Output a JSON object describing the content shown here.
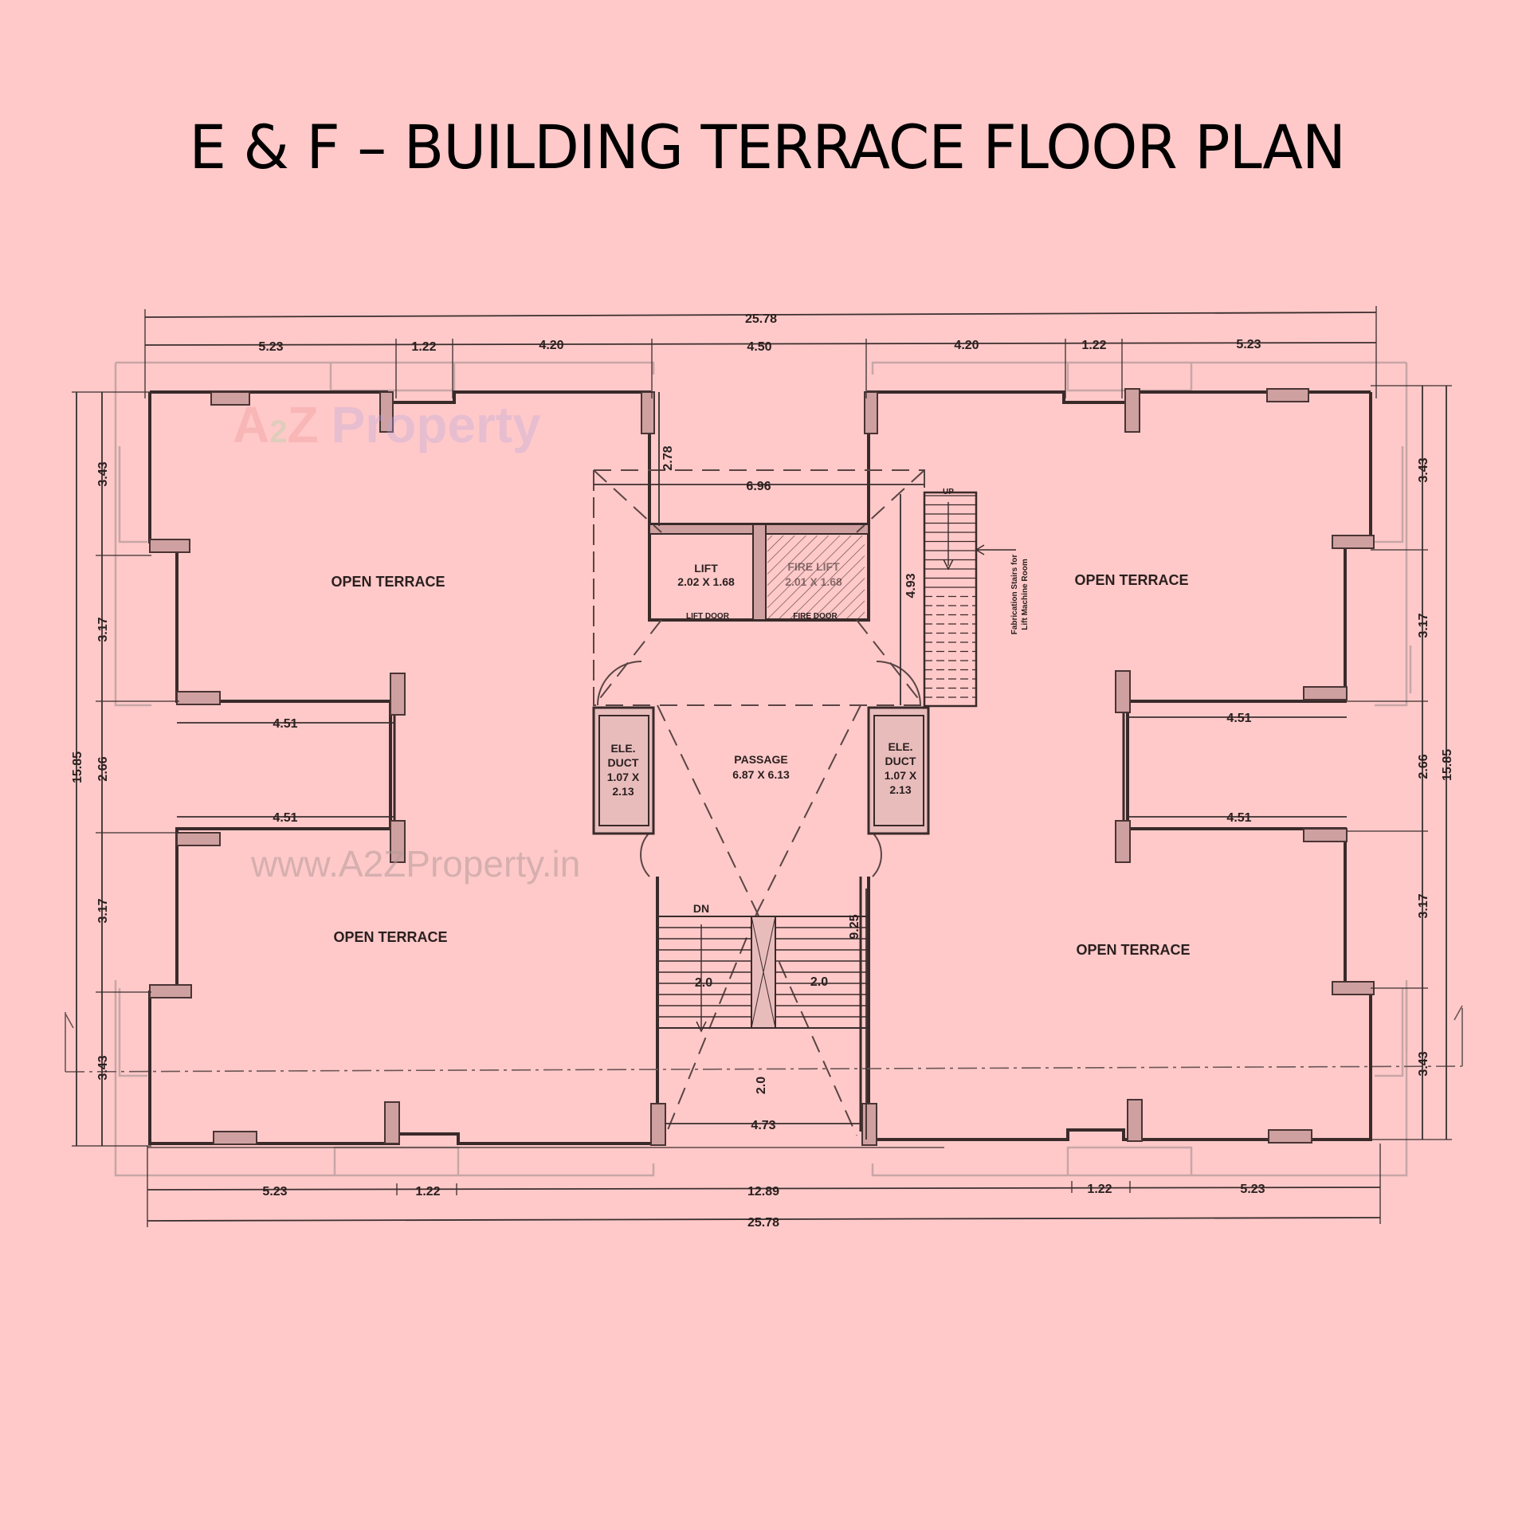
{
  "title": "E & F – BUILDING TERRACE FLOOR PLAN",
  "rooms": {
    "open_terrace_tl": "OPEN TERRACE",
    "open_terrace_bl": "OPEN TERRACE",
    "open_terrace_tr": "OPEN TERRACE",
    "open_terrace_br": "OPEN TERRACE"
  },
  "core": {
    "lift_label": "LIFT",
    "lift_size": "2.02 X 1.68",
    "fire_lift_label": "FIRE LIFT",
    "fire_lift_size": "2.01 X 1.68",
    "lift_door": "LIFT DOOR",
    "fire_door": "FIRE DOOR",
    "passage_label": "PASSAGE",
    "passage_size": "6.87 X 6.13",
    "duct_left": [
      "ELE.",
      "DUCT",
      "1.07 X",
      "2.13"
    ],
    "duct_right": [
      "ELE.",
      "DUCT",
      "1.07 X",
      "2.13"
    ],
    "stair_up": "UP",
    "stair_dn": "DN",
    "stair_note_1": "Fabrication Stairs for",
    "stair_note_2": "Lift Machine Room"
  },
  "watermark": {
    "logo_a": "A",
    "logo_2": "2",
    "logo_z": "Z",
    "logo_property": "Property",
    "url": "www.A2ZProperty.in"
  },
  "dimensions": {
    "top_overall": "25.78",
    "top_l1": "5.23",
    "top_l2": "1.22",
    "top_l3": "4.20",
    "top_mid": "4.50",
    "top_r1": "4.20",
    "top_r2": "1.22",
    "top_r3": "5.23",
    "bottom_overall": "25.78",
    "bottom_l1": "5.23",
    "bottom_l2": "1.22",
    "bottom_mid": "12.89",
    "bottom_r1": "1.22",
    "bottom_r2": "5.23",
    "left_overall": "15.85",
    "left_1": "3.43",
    "left_2": "3.17",
    "left_3": "2.66",
    "left_4": "3.17",
    "left_5": "3.43",
    "right_overall": "15.85",
    "right_1": "3.43",
    "right_2": "3.17",
    "right_3": "2.66",
    "right_4": "3.17",
    "right_5": "3.43",
    "wing_tl": "4.51",
    "wing_bl": "4.51",
    "wing_tr": "4.51",
    "wing_br": "4.51",
    "core_top": "6.96",
    "core_lift_depth": "2.78",
    "core_stair_h": "4.93",
    "core_stair_total": "9.25",
    "stair_left_w": "2.0",
    "stair_right_w": "2.0",
    "stair_landing": "2.0",
    "core_bottom": "4.73"
  },
  "colors": {
    "background": "#ffc9c9",
    "logo_red": "#ef8f8f",
    "logo_purple": "#b7a7df",
    "logo_orange": "#f2b884",
    "logo_green": "#b9cfa0"
  }
}
